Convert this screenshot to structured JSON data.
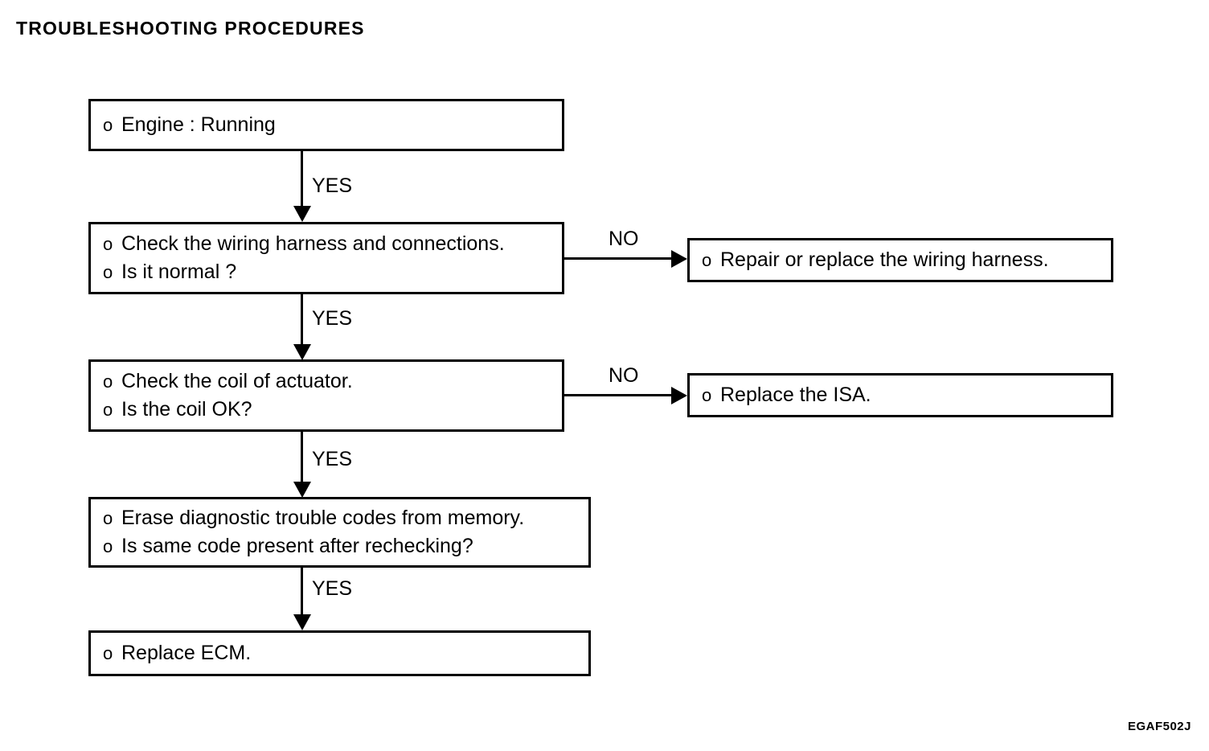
{
  "page": {
    "title": "TROUBLESHOOTING PROCEDURES",
    "figure_code": "EGAF502J",
    "background_color": "#ffffff",
    "ink_color": "#000000"
  },
  "flowchart": {
    "type": "decision-flow",
    "bullet_glyph": "o",
    "nodes": [
      {
        "id": "engine-running",
        "lines": [
          "Engine : Running"
        ]
      },
      {
        "id": "check-wiring-harness",
        "lines": [
          "Check the wiring harness and connections.",
          "Is it normal ?"
        ]
      },
      {
        "id": "repair-wiring-harness",
        "lines": [
          "Repair or replace the wiring harness."
        ]
      },
      {
        "id": "check-coil-actuator",
        "lines": [
          "Check the coil of actuator.",
          "Is the coil OK?"
        ]
      },
      {
        "id": "replace-isa",
        "lines": [
          "Replace the ISA."
        ]
      },
      {
        "id": "erase-trouble-codes",
        "lines": [
          "Erase diagnostic trouble codes from memory.",
          "Is same code present after rechecking?"
        ]
      },
      {
        "id": "replace-ecm",
        "lines": [
          "Replace ECM."
        ]
      }
    ],
    "edges": [
      {
        "id": "yes-1",
        "label": "YES",
        "from": "engine-running",
        "to": "check-wiring-harness",
        "direction": "down"
      },
      {
        "id": "no-1",
        "label": "NO",
        "from": "check-wiring-harness",
        "to": "repair-wiring-harness",
        "direction": "right"
      },
      {
        "id": "yes-2",
        "label": "YES",
        "from": "check-wiring-harness",
        "to": "check-coil-actuator",
        "direction": "down"
      },
      {
        "id": "no-2",
        "label": "NO",
        "from": "check-coil-actuator",
        "to": "replace-isa",
        "direction": "right"
      },
      {
        "id": "yes-3",
        "label": "YES",
        "from": "check-coil-actuator",
        "to": "erase-trouble-codes",
        "direction": "down"
      },
      {
        "id": "yes-4",
        "label": "YES",
        "from": "erase-trouble-codes",
        "to": "replace-ecm",
        "direction": "down"
      }
    ]
  }
}
